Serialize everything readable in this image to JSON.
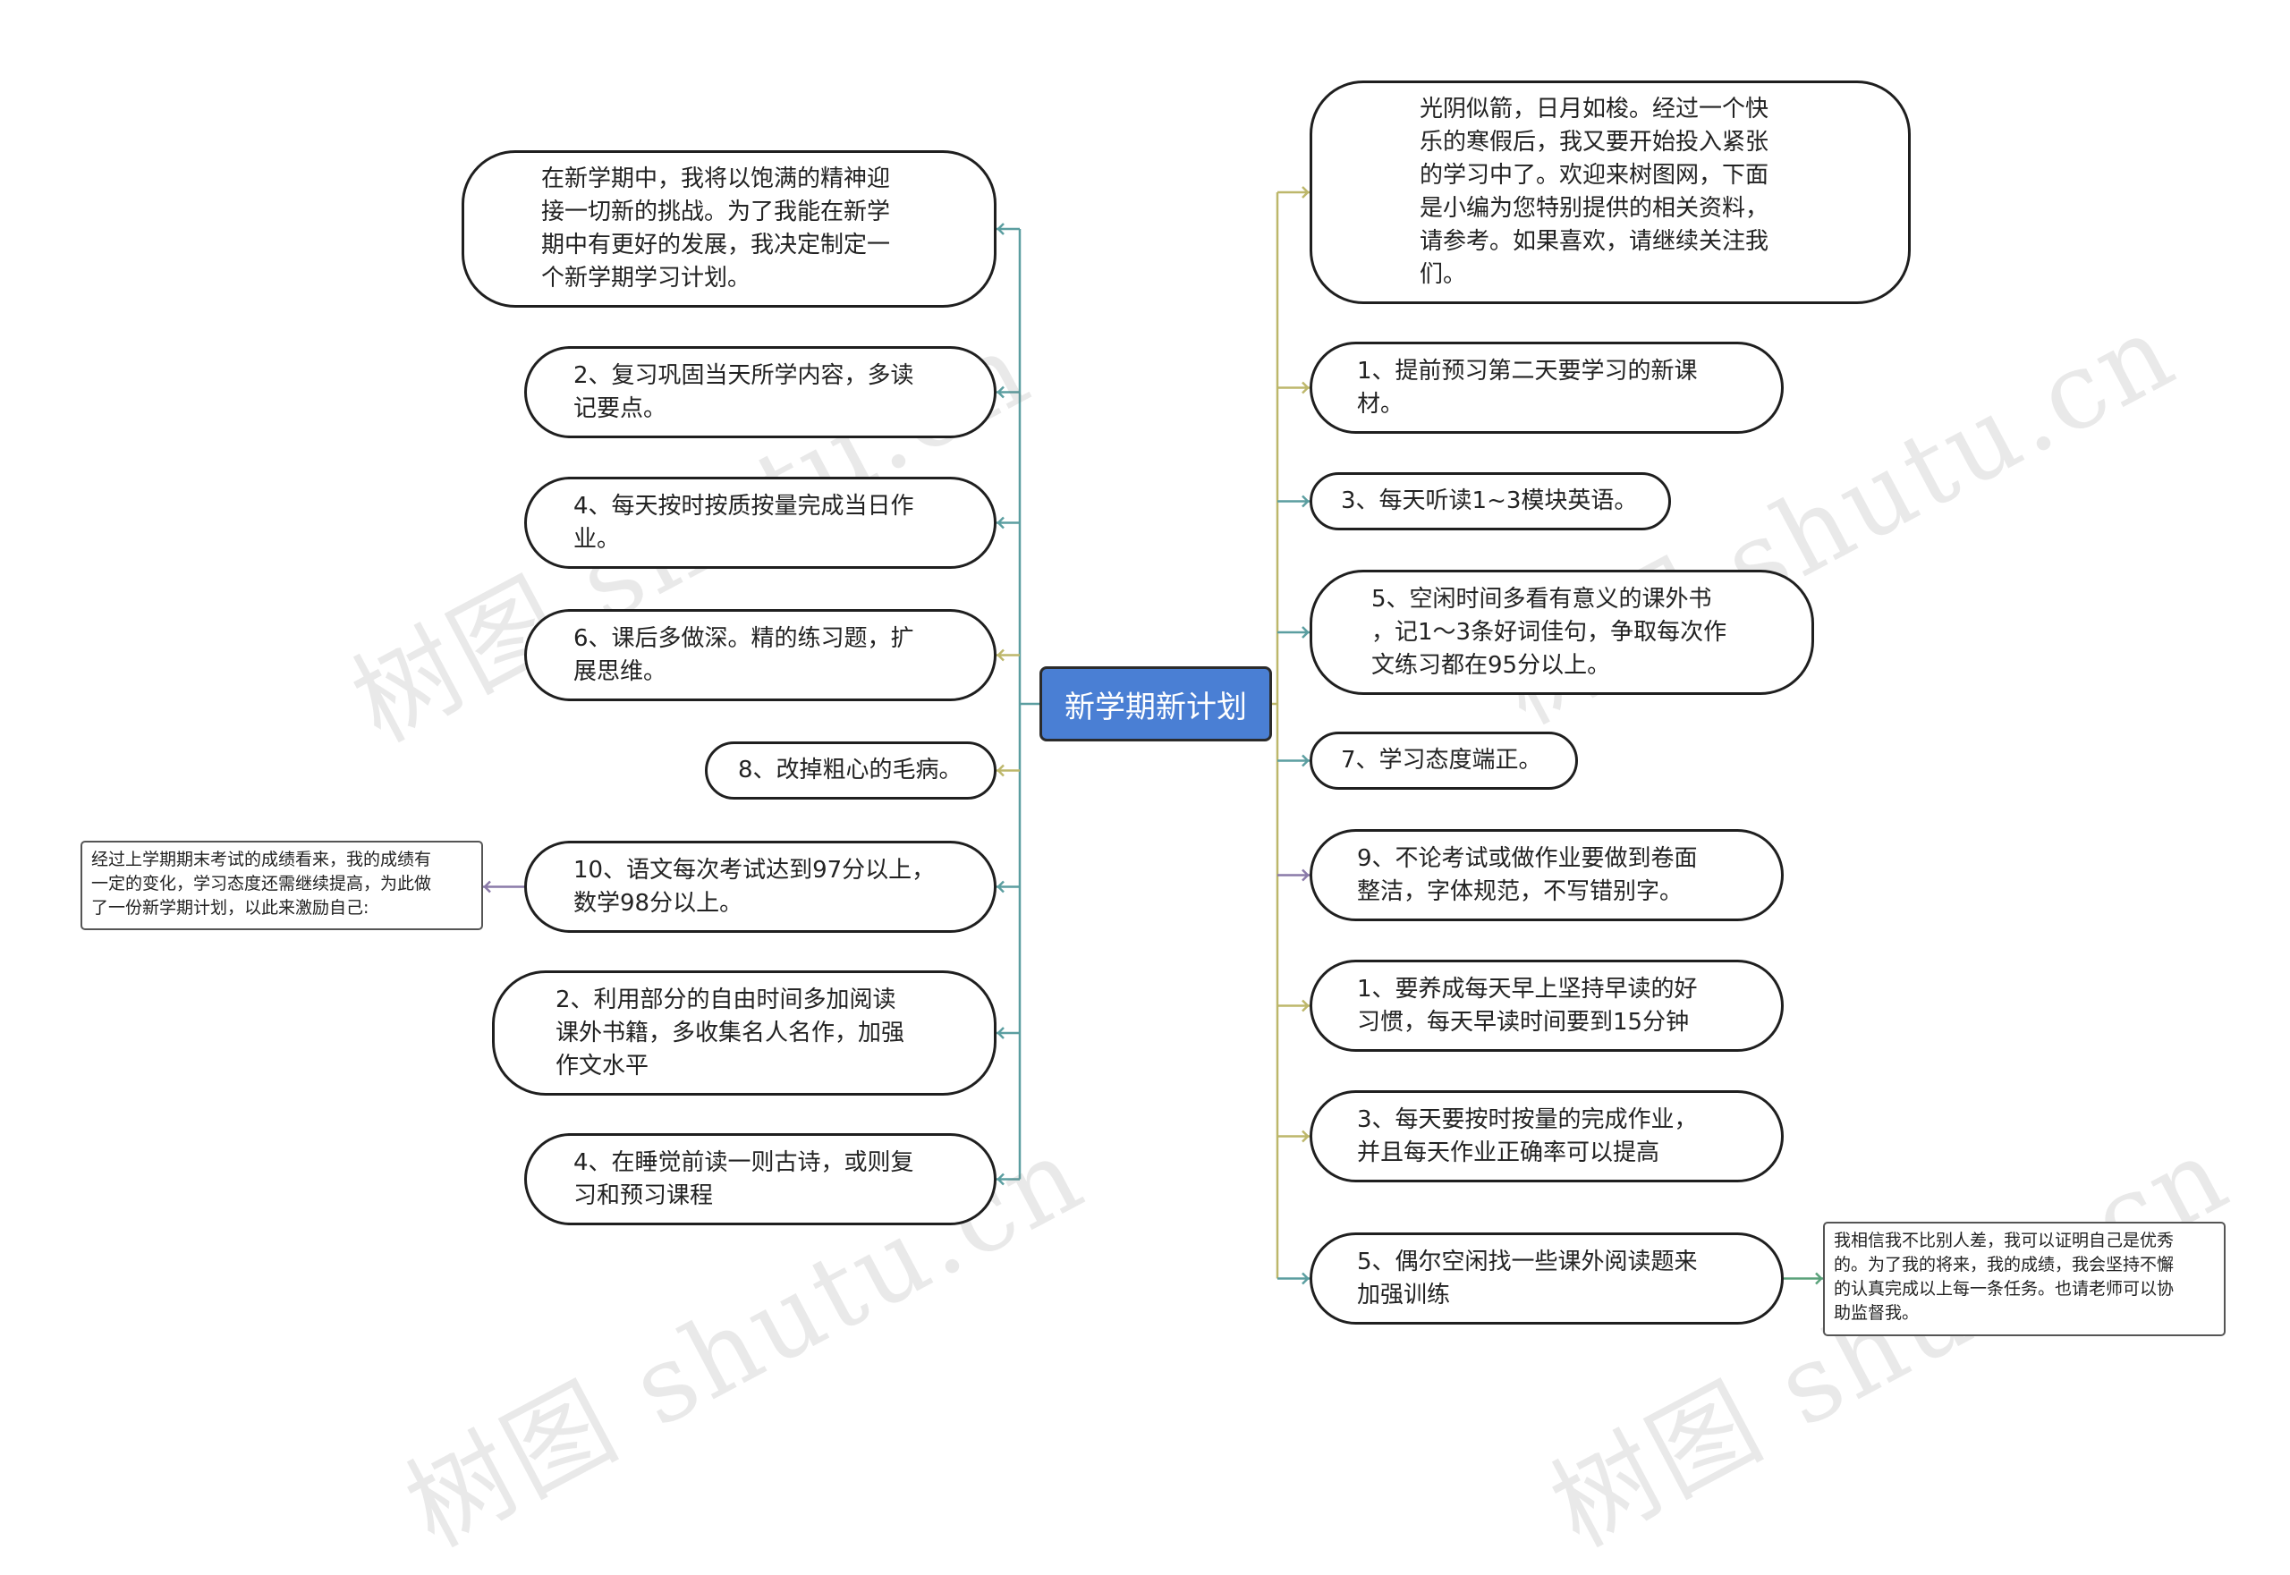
{
  "center": {
    "label": "新学期新计划"
  },
  "left_branches": [
    {
      "text": "在新学期中，我将以饱满的精神迎\n接一切新的挑战。为了我能在新学\n期中有更好的发展，我决定制定一\n个新学期学习计划。"
    },
    {
      "text": "2、复习巩固当天所学内容，多读\n记要点。"
    },
    {
      "text": "4、每天按时按质按量完成当日作\n业。"
    },
    {
      "text": "6、课后多做深。精的练习题，扩\n展思维。"
    },
    {
      "text": "8、改掉粗心的毛病。"
    },
    {
      "text": "10、语文每次考试达到97分以上，\n数学98分以上。"
    },
    {
      "text": "2、利用部分的自由时间多加阅读\n课外书籍，多收集名人名作，加强\n作文水平"
    },
    {
      "text": "4、在睡觉前读一则古诗，或则复\n习和预习课程"
    }
  ],
  "right_branches": [
    {
      "text": "光阴似箭，日月如梭。经过一个快\n乐的寒假后，我又要开始投入紧张\n的学习中了。欢迎来树图网，下面\n是小编为您特别提供的相关资料，\n请参考。如果喜欢，请继续关注我\n们。"
    },
    {
      "text": "1、提前预习第二天要学习的新课\n材。"
    },
    {
      "text": "3、每天听读1~3模块英语。"
    },
    {
      "text": "5、空闲时间多看有意义的课外书\n，记1～3条好词佳句，争取每次作\n文练习都在95分以上。"
    },
    {
      "text": "7、学习态度端正。"
    },
    {
      "text": "9、不论考试或做作业要做到卷面\n整洁，字体规范，不写错别字。"
    },
    {
      "text": "1、要养成每天早上坚持早读的好\n习惯，每天早读时间要到15分钟"
    },
    {
      "text": "3、每天要按时按量的完成作业，\n并且每天作业正确率可以提高"
    },
    {
      "text": "5、偶尔空闲找一些课外阅读题来\n加强训练"
    }
  ],
  "left_note": {
    "text": "经过上学期期末考试的成绩看来，我的成绩有\n一定的变化，学习态度还需继续提高，为此做\n了一份新学期计划，以此来激励自己:"
  },
  "right_note": {
    "text": "我相信我不比别人差，我可以证明自己是优秀\n的。为了我的将来，我的成绩，我会坚持不懈\n的认真完成以上每一条任务。也请老师可以协\n助监督我。"
  },
  "watermark": {
    "text": "树图 shutu.cn"
  },
  "colors": {
    "root_fill": "#4a7fd4",
    "left_line": "#5b9ea0",
    "right_line_olive": "#bdb76b",
    "right_line_teal": "#5b9ea0",
    "right_line_purple": "#8a7aa8",
    "note_line_purple": "#8a7aa8",
    "note_line_green": "#5aa27a"
  }
}
